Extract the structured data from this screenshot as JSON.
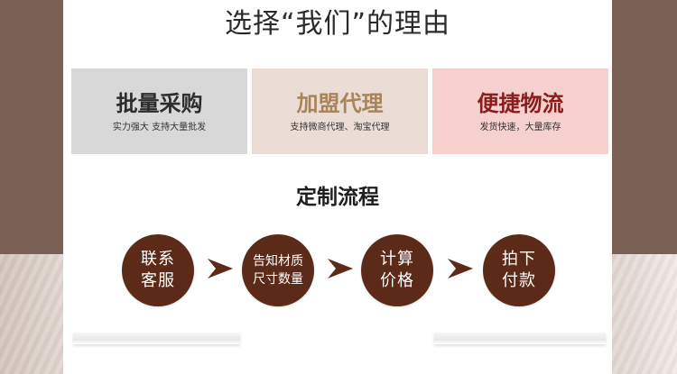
{
  "header": {
    "title": "选择“我们”的理由"
  },
  "reasons": [
    {
      "title": "批量采购",
      "description": "实力强大 支持大量批发"
    },
    {
      "title": "加盟代理",
      "description": "支持微商代理、淘宝代理"
    },
    {
      "title": "便捷物流",
      "description": "发货快速，大量库存"
    }
  ],
  "process": {
    "title": "定制流程",
    "steps": [
      {
        "line1": "联系",
        "line2": "客服"
      },
      {
        "line1": "告知材质",
        "line2": "尺寸数量"
      },
      {
        "line1": "计算",
        "line2": "价格"
      },
      {
        "line1": "拍下",
        "line2": "付款"
      }
    ]
  },
  "colors": {
    "step_circle": "#5c2a18",
    "franchise_title": "#a7845a",
    "logistics_title": "#891d1e",
    "background_brown": "#7a5f55"
  }
}
